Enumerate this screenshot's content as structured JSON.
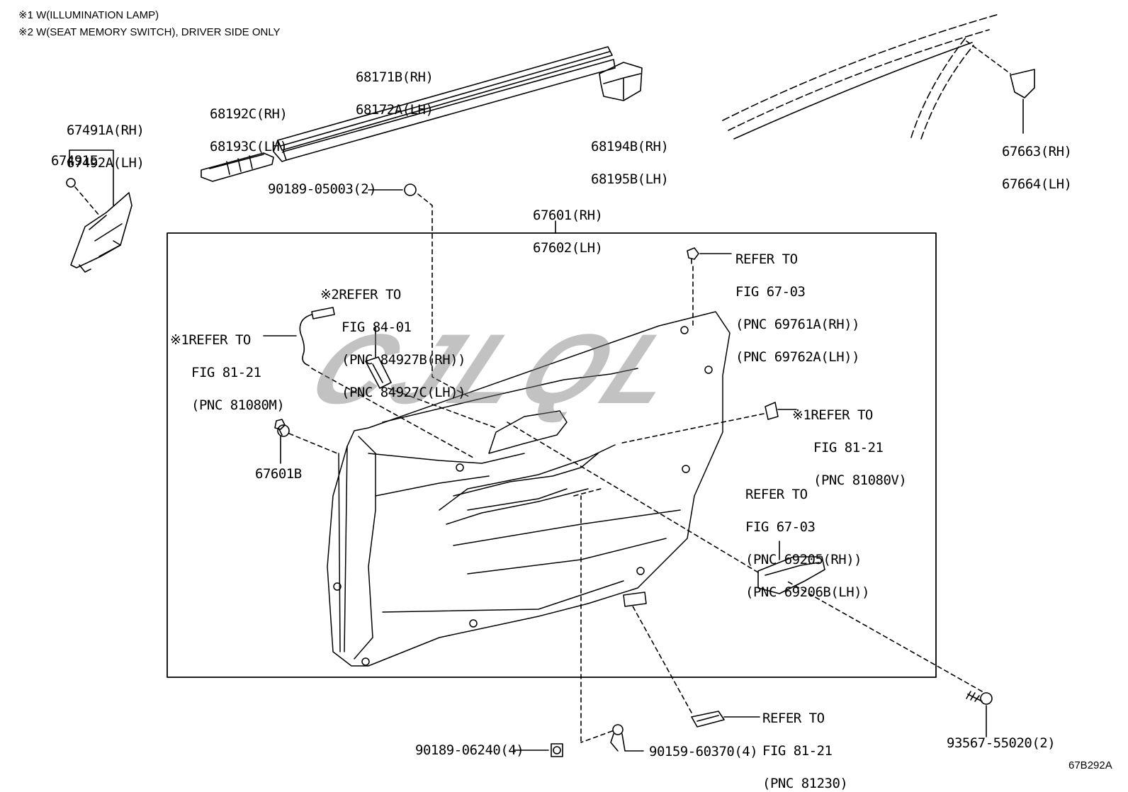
{
  "notes": {
    "note1": "※1 W(ILLUMINATION LAMP)",
    "note2": "※2 W(SEAT MEMORY SWITCH), DRIVER SIDE ONLY"
  },
  "watermark": "CJLQL",
  "figure_id": "67B292A",
  "parts": {
    "p68171": [
      "68171B(RH)",
      "68172A(LH)"
    ],
    "p68192": [
      "68192C(RH)",
      "68193C(LH)"
    ],
    "p68194": [
      "68194B(RH)",
      "68195B(LH)"
    ],
    "p67491": [
      "67491A(RH)",
      "67492A(LH)"
    ],
    "p67491e": "67491E",
    "p67663": [
      "67663(RH)",
      "67664(LH)"
    ],
    "p90189a": "90189-05003(2)",
    "p67601": [
      "67601(RH)",
      "67602(LH)"
    ],
    "p67601b": "67601B",
    "p90189b": "90189-06240(4)",
    "p90159": "90159-60370(4)",
    "p93567": "93567-55020(2)"
  },
  "refs": {
    "r1": [
      "REFER TO",
      "FIG 67-03",
      "(PNC 69761A(RH))",
      "(PNC 69762A(LH))"
    ],
    "r2": [
      "※2REFER TO",
      "FIG 84-01",
      "(PNC 84927B(RH))",
      "(PNC 84927C(LH))"
    ],
    "r3": [
      "※1REFER TO",
      "FIG 81-21",
      "(PNC 81080M)"
    ],
    "r4": [
      "※1REFER TO",
      "FIG 81-21",
      "(PNC 81080V)"
    ],
    "r5": [
      "REFER TO",
      "FIG 67-03",
      "(PNC 69205(RH))",
      "(PNC 69206B(LH))"
    ],
    "r6": [
      "REFER TO",
      "FIG 81-21",
      "(PNC 81230)"
    ]
  }
}
